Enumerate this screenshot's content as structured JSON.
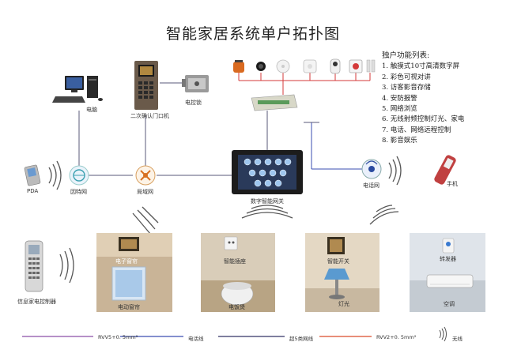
{
  "title": "智能家居系统单户拓扑图",
  "features": {
    "heading": "独户功能列表:",
    "items": [
      "1. 触摸式10寸高清数字屏",
      "2. 彩色可视对讲",
      "3. 访客影音存储",
      "4. 安防报警",
      "5. 网络浏览",
      "6. 无线射频控制灯光、家电",
      "7. 电话、网络远程控制",
      "8. 影音娱乐"
    ]
  },
  "nodes": {
    "computer": "电脑",
    "door_station": "二次确认门口机",
    "electric_lock": "电控锁",
    "pda": "PDA",
    "internet": "因特网",
    "lan": "局域网",
    "gateway": "数字智能网关",
    "telephone_net": "电话网",
    "phone": "手机",
    "remote": "信息家电控制器"
  },
  "rooms": {
    "living": {
      "top": "电子窗帘",
      "bottom": "电动窗帘"
    },
    "kitchen": {
      "top": "智能插座",
      "bottom": "电饭煲"
    },
    "lamp": {
      "top": "智能开关",
      "bottom": "灯光"
    },
    "ac": {
      "top": "转发器",
      "bottom": "空调"
    }
  },
  "legend": {
    "items": [
      "RVV5+0. 5mm²",
      "电话线",
      "超5类网线",
      "RVV2+0. 5mm²",
      "无线"
    ],
    "colors": [
      "#8a4fa8",
      "#3a4db0",
      "#333366",
      "#d94a2a",
      "#888888"
    ]
  },
  "colors": {
    "bus_line": "#d43a3a",
    "network_line": "#6b6b8a",
    "phone_line": "#3a4db0"
  }
}
